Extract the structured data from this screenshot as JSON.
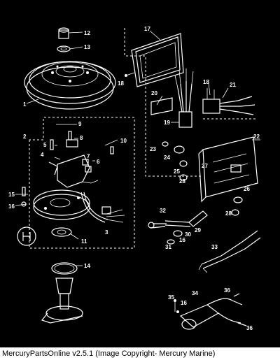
{
  "caption": "MercuryPartsOnline v2.5.1 (Image Copyright- Mercury Marine)",
  "callouts": [
    "1",
    "2",
    "3",
    "4",
    "5",
    "6",
    "7",
    "8",
    "9",
    "10",
    "11",
    "12",
    "13",
    "14",
    "15",
    "16",
    "17",
    "18",
    "19",
    "20",
    "21",
    "22",
    "23",
    "24",
    "25",
    "26",
    "27",
    "28",
    "29",
    "30",
    "31",
    "32",
    "33",
    "34",
    "35",
    "36"
  ],
  "callout_extra": [
    "16",
    "16",
    "18",
    "28",
    "36"
  ],
  "colors": {
    "background": "#000000",
    "line": "#ffffff",
    "caption_bg": "#ffffff",
    "caption_text": "#000000"
  }
}
